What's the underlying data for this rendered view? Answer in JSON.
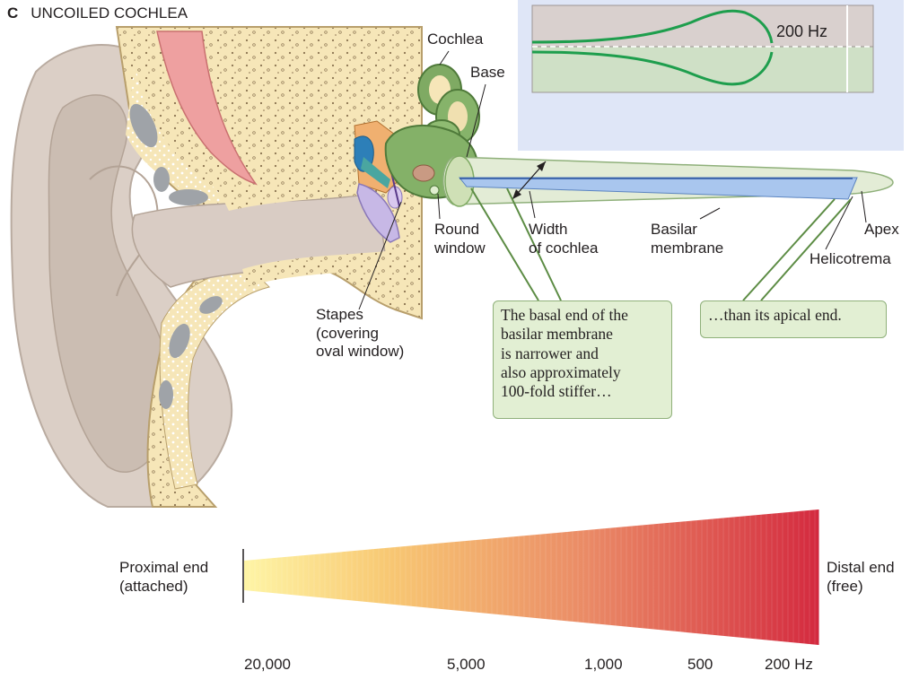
{
  "panel": {
    "letter": "C",
    "title": "UNCOILED COCHLEA"
  },
  "inset": {
    "frequency_label": "200 Hz"
  },
  "labels": {
    "cochlea": "Cochlea",
    "base": "Base",
    "round_window": [
      "Round",
      "window"
    ],
    "width_of_cochlea": [
      "Width",
      "of cochlea"
    ],
    "basilar_membrane": [
      "Basilar",
      "membrane"
    ],
    "apex": "Apex",
    "helicotrema": "Helicotrema",
    "stapes": [
      "Stapes",
      "(covering",
      "oval window)"
    ]
  },
  "callouts": {
    "basal": [
      "The basal end of the",
      "basilar membrane",
      "is narrower and",
      "also approximately",
      "100-fold stiffer…"
    ],
    "apical": "…than its apical end."
  },
  "gradient_bar": {
    "proximal": [
      "Proximal end",
      "(attached)"
    ],
    "distal": [
      "Distal end",
      "(free)"
    ],
    "ticks": [
      "20,000",
      "5,000",
      "1,000",
      "500",
      "200 Hz"
    ]
  },
  "colors": {
    "bone": "#f6e6b8",
    "skin": "#d9ccc4",
    "cochlea_green": "#7faa63",
    "callout_fill": "#e2efd3",
    "inset_bg": "#dfe6f7",
    "membrane_blue": "#a9c6ee",
    "gradient_start": "#fef3a0",
    "gradient_end": "#d52a3e"
  }
}
